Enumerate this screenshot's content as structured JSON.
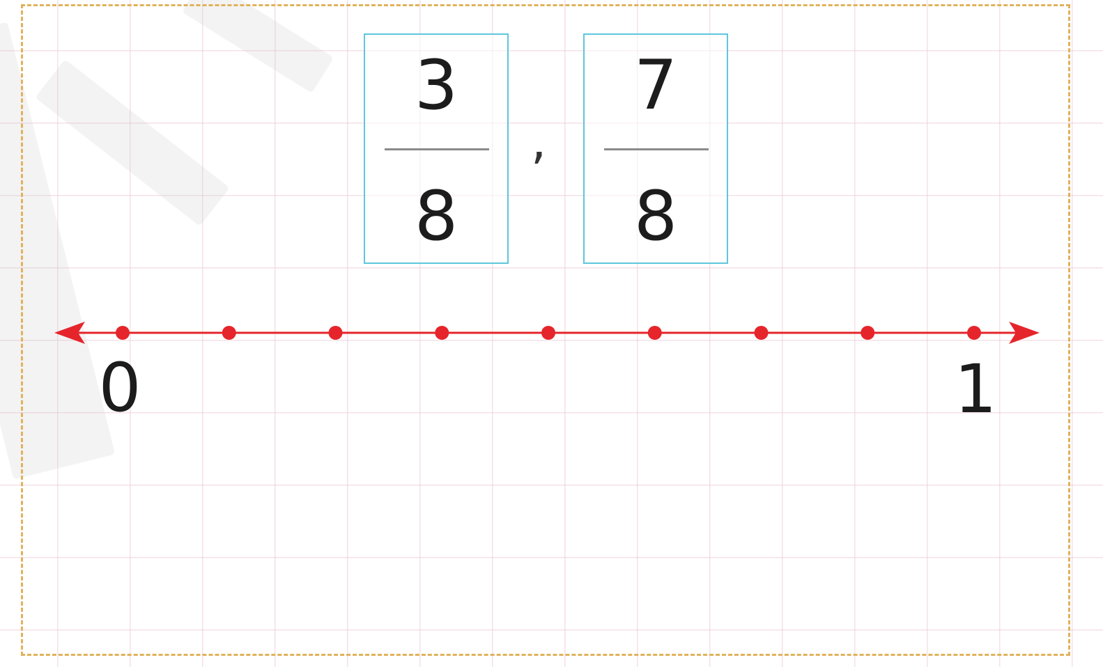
{
  "fractions": [
    {
      "numerator": "3",
      "denominator": "8"
    },
    {
      "numerator": "7",
      "denominator": "8"
    }
  ],
  "separator": ",",
  "number_line": {
    "start_value": 0,
    "end_value": 1,
    "start_label": "0",
    "end_label": "1",
    "divisions": 8,
    "line_color": "#e5252b",
    "arrows": "both"
  },
  "colors": {
    "box_border": "#5ec6dc",
    "frame_border": "#e0b25c",
    "grid_line": "#ecc8d6"
  },
  "chart_data": {
    "type": "number-line",
    "range": [
      0,
      1
    ],
    "tick_values": [
      0,
      0.125,
      0.25,
      0.375,
      0.5,
      0.625,
      0.75,
      0.875,
      1
    ],
    "labels": [
      "0",
      "1"
    ],
    "shown_fractions": [
      "3/8",
      "7/8"
    ]
  }
}
